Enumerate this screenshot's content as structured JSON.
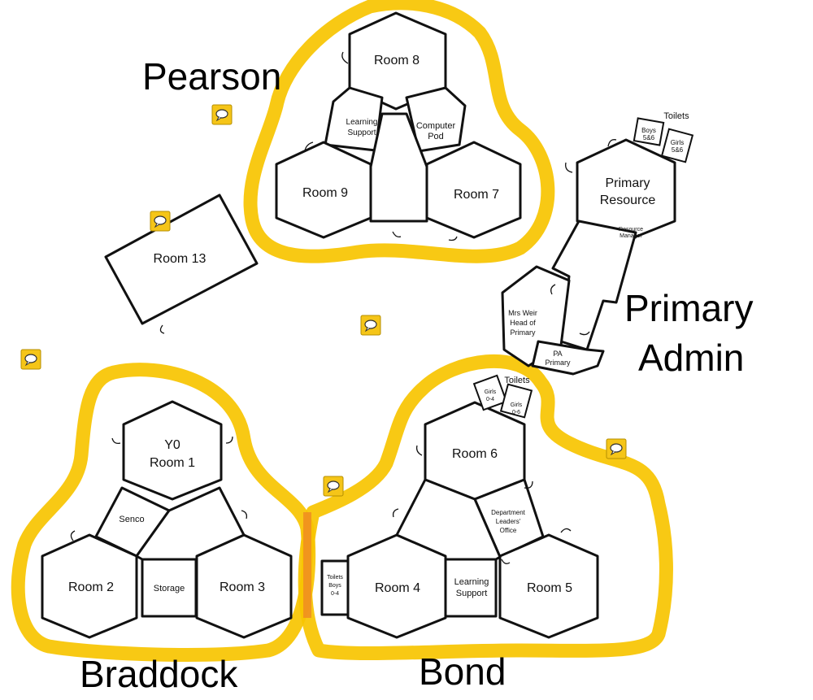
{
  "colors": {
    "highlight": "#F7C400",
    "wall": "#111111",
    "background": "#ffffff",
    "comment_marker": "#F5C518"
  },
  "blocks": {
    "pearson": "Pearson",
    "braddock": "Braddock",
    "bond": "Bond",
    "primary_admin_line1": "Primary",
    "primary_admin_line2": "Admin"
  },
  "rooms": {
    "room8": "Room 8",
    "room9": "Room 9",
    "room7": "Room 7",
    "learning_support_pearson_l1": "Learning",
    "learning_support_pearson_l2": "Support",
    "computer_pod_l1": "Computer",
    "computer_pod_l2": "Pod",
    "room13": "Room 13",
    "primary_resource_l1": "Primary",
    "primary_resource_l2": "Resource",
    "resource_manager_l1": "Resource",
    "resource_manager_l2": "Manager",
    "boys_toilets_l1": "Boys",
    "boys_toilets_l2": "5&6",
    "girls_toilets_l1": "Girls",
    "girls_toilets_l2": "5&6",
    "toilets_primary": "Toilets",
    "head_of_primary_l1": "Mrs Weir",
    "head_of_primary_l2": "Head of",
    "head_of_primary_l3": "Primary",
    "pa_primary_l1": "PA",
    "pa_primary_l2": "Primary",
    "y0": "Y0",
    "room1": "Room 1",
    "senco": "Senco",
    "room2": "Room 2",
    "storage": "Storage",
    "room3": "Room 3",
    "room6": "Room 6",
    "toilets_bond_top": "Toilets",
    "girls04_l1": "Girls",
    "girls04_l2": "0-4",
    "girls06_l1": "Girls",
    "girls06_l2": "0-6",
    "dept_office_l1": "Department",
    "dept_office_l2": "Leaders'",
    "dept_office_l3": "Office",
    "room4": "Room 4",
    "learning_support_bond_l1": "Learning",
    "learning_support_bond_l2": "Support",
    "room5": "Room 5",
    "toilets_boys04_l1": "Toilets",
    "toilets_boys04_l2": "Boys",
    "toilets_boys04_l3": "0-4"
  },
  "comment_icon": "speech-bubble-icon"
}
